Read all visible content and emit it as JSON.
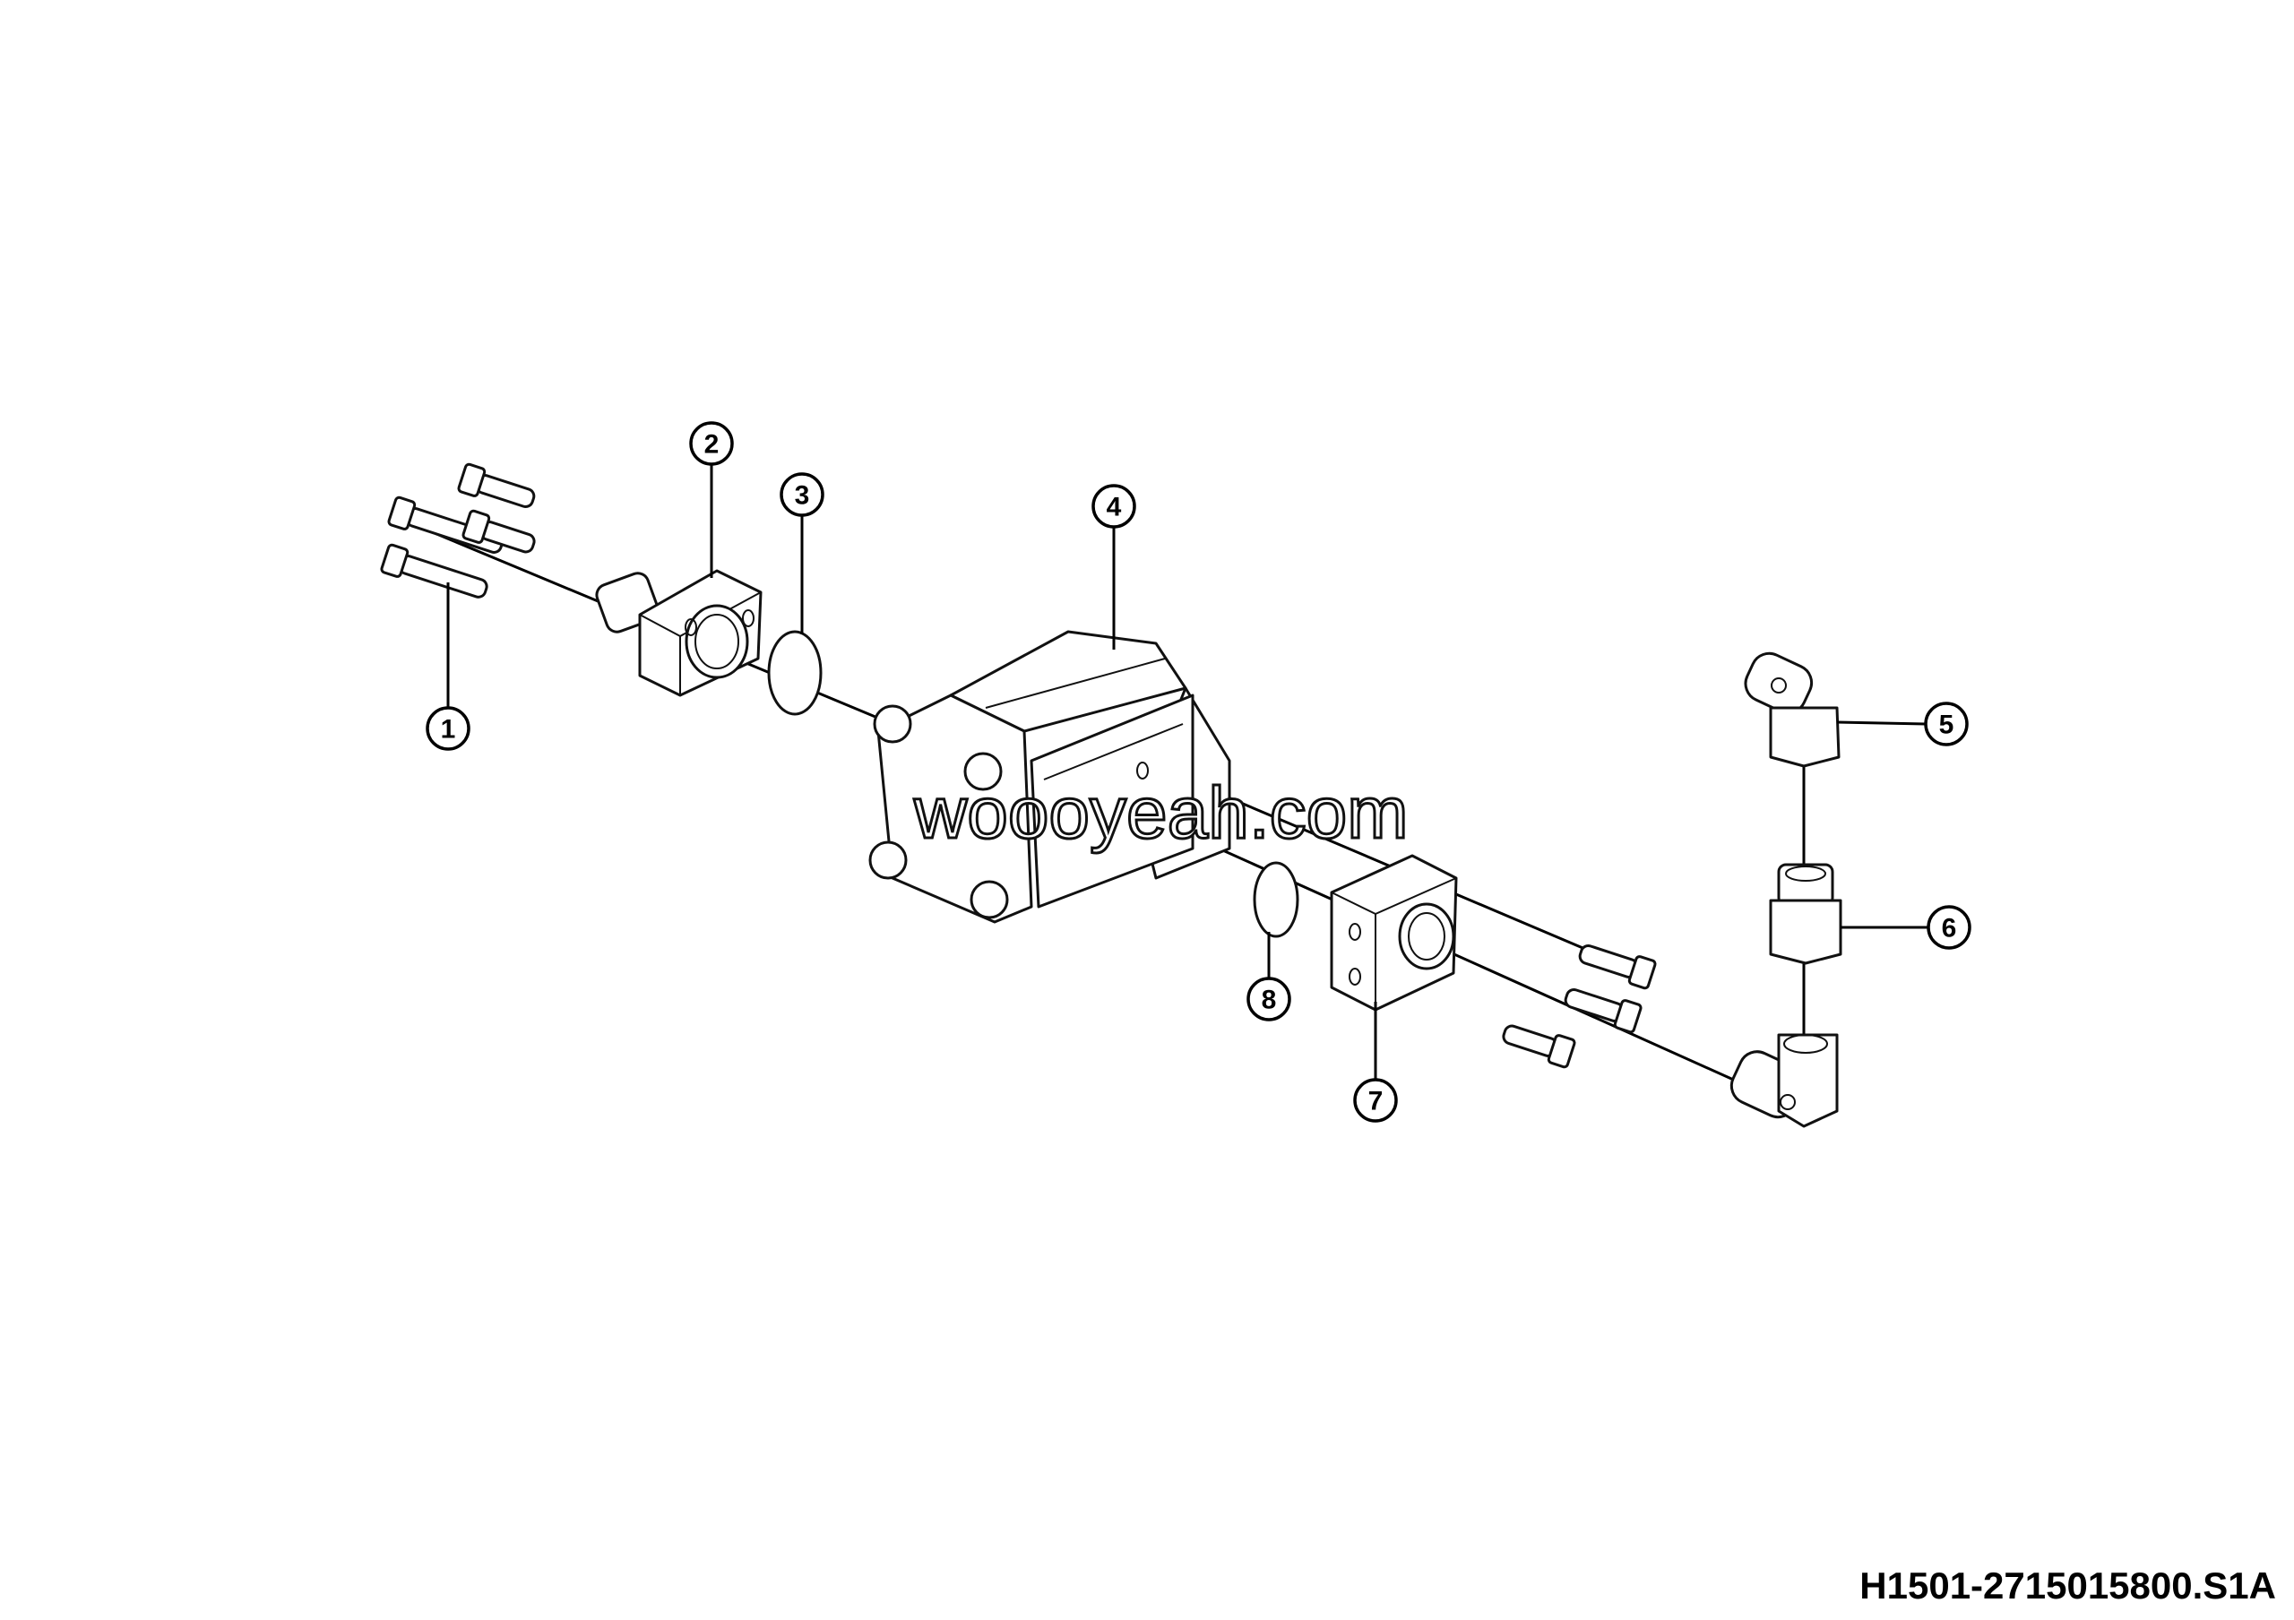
{
  "drawing_code": "H1501-2715015800.S1A",
  "watermark": "woooyeah.com",
  "callouts": [
    {
      "label": "1",
      "part": "bolt"
    },
    {
      "label": "2",
      "part": "inlet-flange"
    },
    {
      "label": "3",
      "part": "o-ring"
    },
    {
      "label": "4",
      "part": "gear-pump"
    },
    {
      "label": "5",
      "part": "elbow-fitting"
    },
    {
      "label": "6",
      "part": "union-fitting"
    },
    {
      "label": "7",
      "part": "outlet-flange"
    },
    {
      "label": "8",
      "part": "o-ring"
    }
  ]
}
